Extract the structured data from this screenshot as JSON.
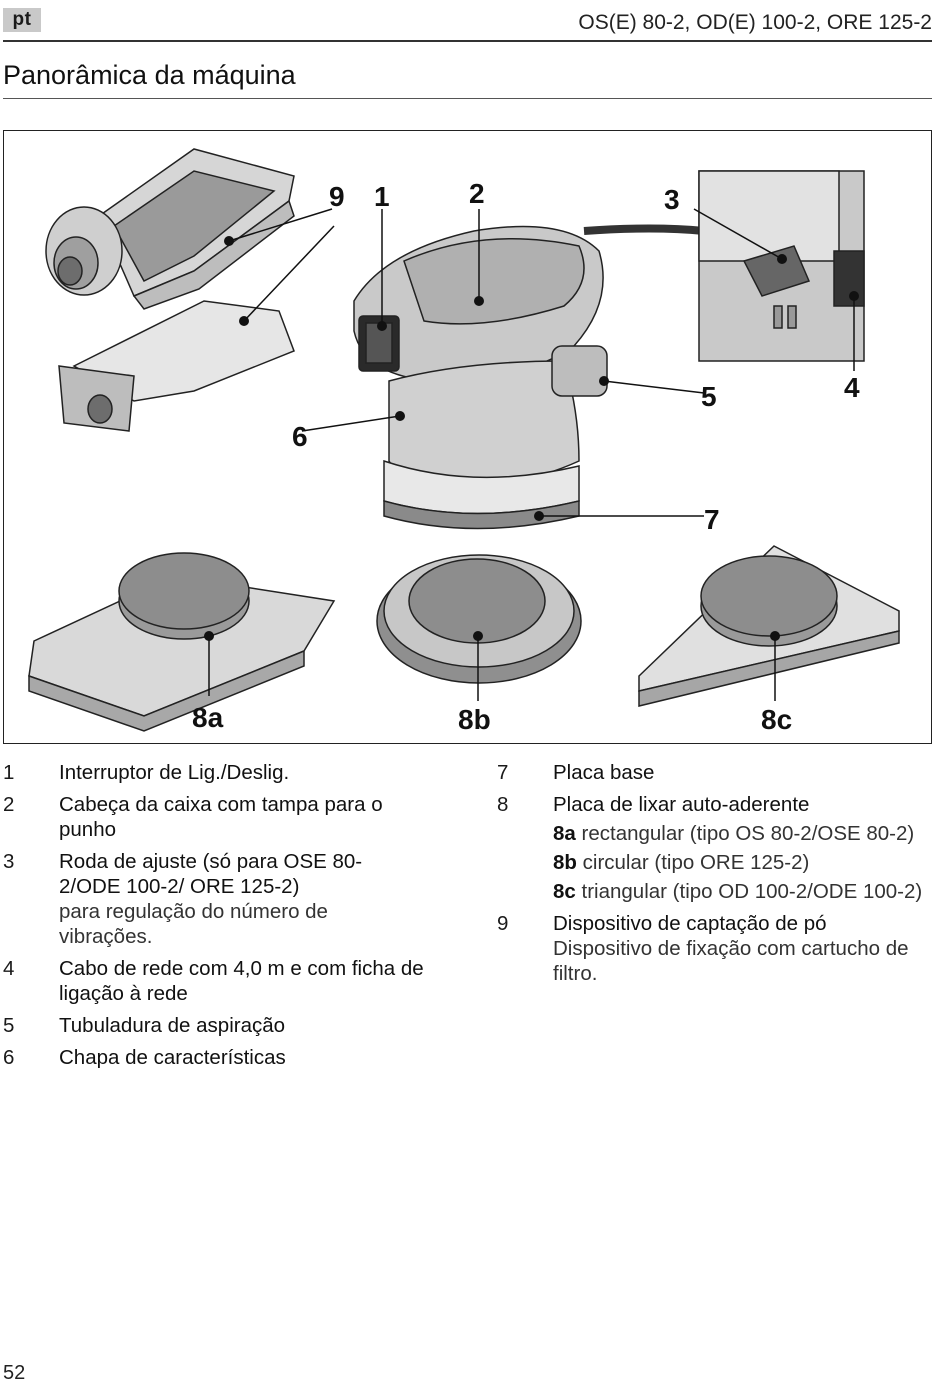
{
  "header": {
    "lang": "pt",
    "models": "OS(E) 80-2, OD(E) 100-2, ORE 125-2"
  },
  "page_title": "Panorâmica da máquina",
  "figure_callouts": [
    "9",
    "1",
    "2",
    "3",
    "6",
    "5",
    "4",
    "7",
    "8a",
    "8b",
    "8c"
  ],
  "legend_left": [
    {
      "num": "1",
      "title": "Interruptor de Lig./Deslig.",
      "desc": ""
    },
    {
      "num": "2",
      "title": "Cabeça da caixa com tampa para o punho",
      "desc": ""
    },
    {
      "num": "3",
      "title": "Roda de ajuste (só para OSE 80-2/ODE 100-2/ ORE 125-2)",
      "desc": "para regulação do número de vibrações."
    },
    {
      "num": "4",
      "title": "Cabo de rede com 4,0 m e com ficha de ligação à rede",
      "desc": ""
    },
    {
      "num": "5",
      "title": "Tubuladura de aspiração",
      "desc": ""
    },
    {
      "num": "6",
      "title": "Chapa de características",
      "desc": ""
    }
  ],
  "legend_right": [
    {
      "num": "7",
      "title": "Placa base",
      "desc": ""
    },
    {
      "num": "8",
      "title": "Placa de lixar auto-aderente",
      "desc": "",
      "subs": [
        {
          "code": "8a",
          "text": "rectangular (tipo  OS 80-2/OSE 80-2)"
        },
        {
          "code": "8b",
          "text": "circular (tipo ORE 125-2)"
        },
        {
          "code": "8c",
          "text": "triangular (tipo  OD 100-2/ODE 100-2)"
        }
      ]
    },
    {
      "num": "9",
      "title": "Dispositivo de captação de pó",
      "desc": "Dispositivo de fixação com cartucho de filtro."
    }
  ],
  "page_number": "52"
}
